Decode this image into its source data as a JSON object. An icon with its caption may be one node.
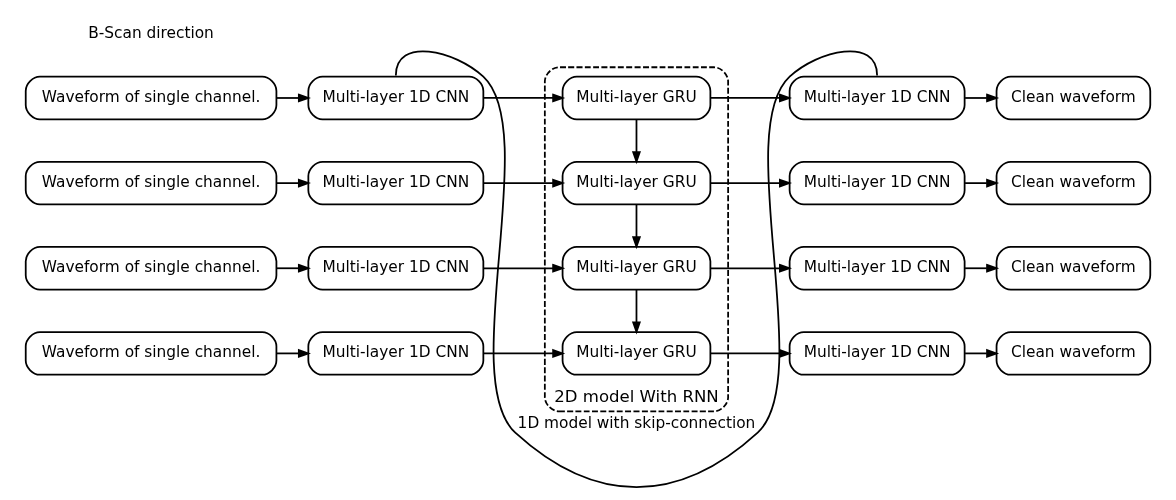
{
  "diagram": {
    "nodes": [
      {
        "text": [
          "2D model With RNN"
        ]
      },
      {
        "text": [
          "Waveform of single channel."
        ]
      },
      {
        "text": [
          "Multi-layer 1D CNN"
        ]
      },
      {
        "text": [
          "Multi-layer GRU"
        ],
        "in": 0
      },
      {
        "text": [
          "Multi-layer 1D CNN"
        ]
      },
      {
        "text": [
          "Clean waveform"
        ]
      },
      {
        "text": [
          "Waveform of single channel."
        ]
      },
      {
        "text": [
          "Multi-layer 1D CNN"
        ]
      },
      {
        "text": [
          "Multi-layer GRU"
        ],
        "in": 0
      },
      {
        "text": [
          "Multi-layer 1D CNN"
        ]
      },
      {
        "text": [
          "Clean waveform"
        ]
      },
      {
        "text": [
          "Waveform of single channel."
        ]
      },
      {
        "text": [
          "Multi-layer 1D CNN"
        ]
      },
      {
        "text": [
          "Multi-layer GRU"
        ],
        "in": 0
      },
      {
        "text": [
          "Multi-layer 1D CNN"
        ]
      },
      {
        "text": [
          "Clean waveform"
        ]
      },
      {
        "text": [
          "Waveform of single channel."
        ]
      },
      {
        "text": [
          "Multi-layer 1D CNN"
        ]
      },
      {
        "text": [
          "Multi-layer GRU"
        ],
        "in": 0
      },
      {
        "text": [
          "Multi-layer 1D CNN"
        ]
      },
      {
        "text": [
          "Clean waveform"
        ]
      }
    ],
    "edges": [
      {
        "from": 2,
        "to": 4,
        "arrow": "none",
        "label": "1D model with skip-connection"
      },
      {
        "from": 1,
        "to": 2,
        "arrow": "to"
      },
      {
        "from": 2,
        "to": 3,
        "arrow": "to"
      },
      {
        "from": 3,
        "to": 4,
        "arrow": "to"
      },
      {
        "from": 4,
        "to": 5,
        "arrow": "to"
      },
      {
        "from": 6,
        "to": 7,
        "arrow": "to"
      },
      {
        "from": 7,
        "to": 8,
        "arrow": "to"
      },
      {
        "from": 8,
        "to": 9,
        "arrow": "to"
      },
      {
        "from": 9,
        "to": 10,
        "arrow": "to"
      },
      {
        "from": 11,
        "to": 12,
        "arrow": "to"
      },
      {
        "from": 12,
        "to": 13,
        "arrow": "to"
      },
      {
        "from": 13,
        "to": 14,
        "arrow": "to"
      },
      {
        "from": 14,
        "to": 15,
        "arrow": "to"
      },
      {
        "from": 16,
        "to": 17,
        "arrow": "to"
      },
      {
        "from": 17,
        "to": 18,
        "arrow": "to"
      },
      {
        "from": 18,
        "to": 19,
        "arrow": "to"
      },
      {
        "from": 19,
        "to": 20,
        "arrow": "to"
      },
      {
        "from": 3,
        "to": 8,
        "arrow": "to"
      },
      {
        "from": 8,
        "to": 13,
        "arrow": "to"
      },
      {
        "from": 13,
        "to": 18,
        "arrow": "to"
      }
    ],
    "labels": [
      "B-Scan direction"
    ]
  }
}
